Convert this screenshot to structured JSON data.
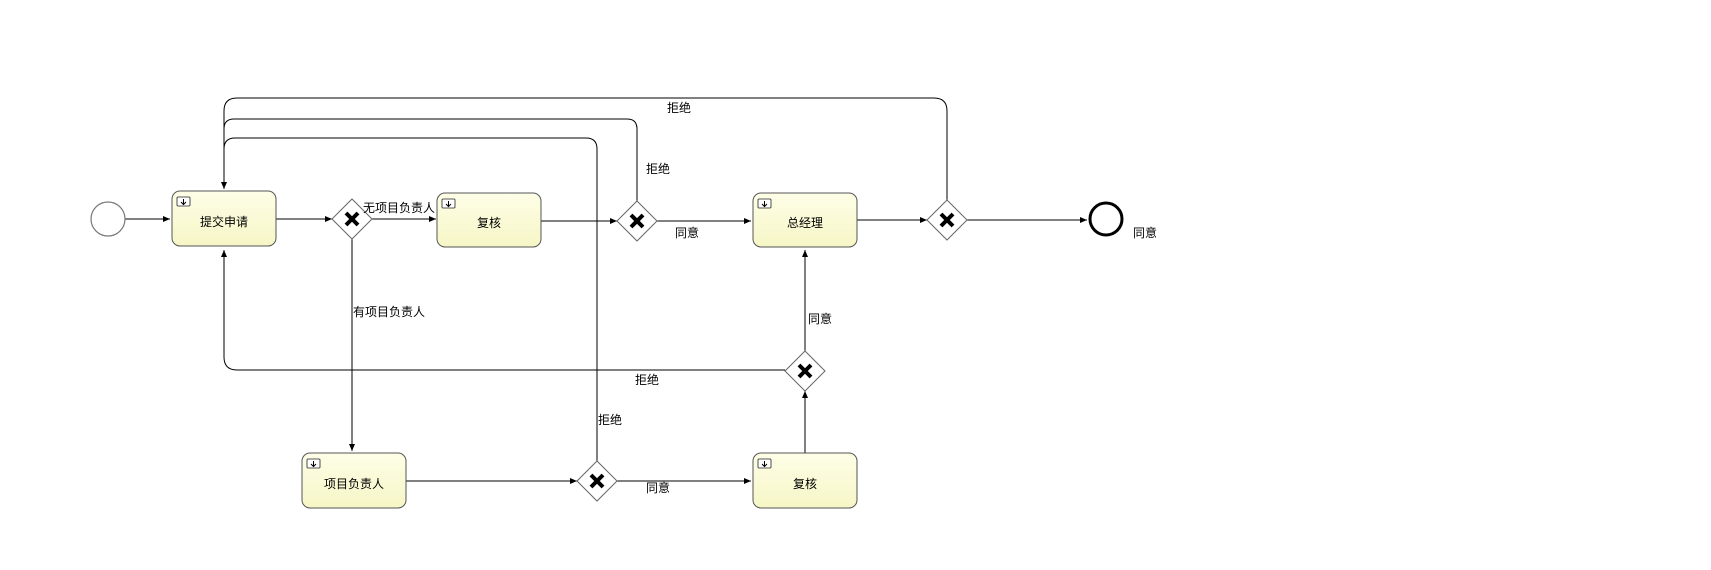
{
  "tasks": {
    "submit": "提交申请",
    "review1": "复核",
    "gm": "总经理",
    "pm": "项目负责人",
    "review2": "复核"
  },
  "labels": {
    "no_pm": "无项目负责人",
    "has_pm": "有项目负责人",
    "reject_top": "拒绝",
    "reject_g2": "拒绝",
    "agree_g2": "同意",
    "reject_mid": "拒绝",
    "agree_mid": "同意",
    "reject_g4": "拒绝",
    "agree_g4": "同意",
    "agree_end": "同意"
  }
}
